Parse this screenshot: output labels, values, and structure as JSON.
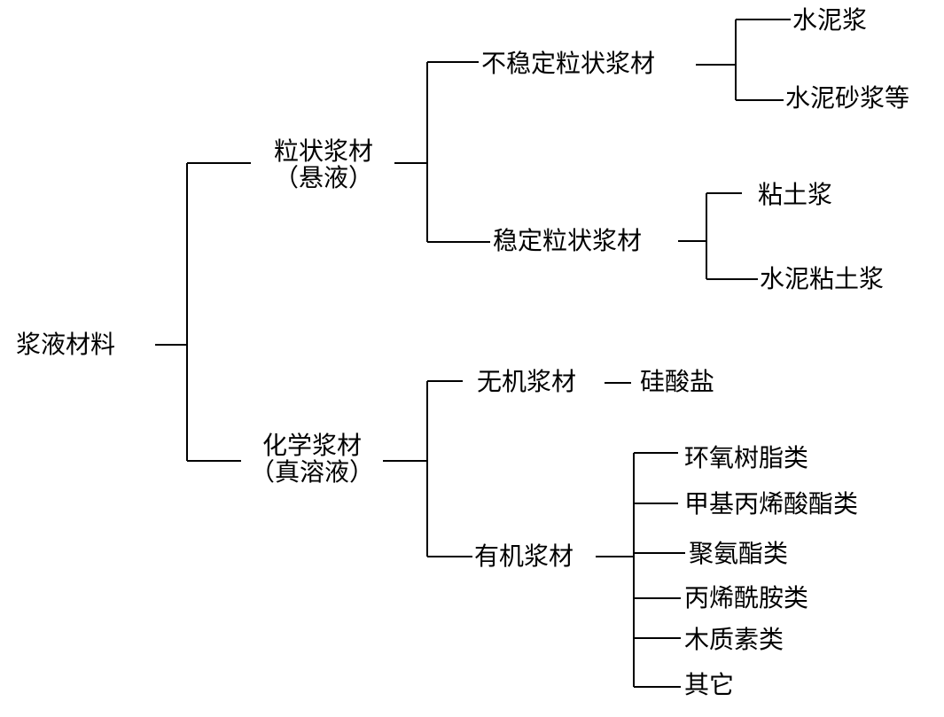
{
  "root": {
    "label": "浆液材料"
  },
  "granular": {
    "label": "粒状浆材",
    "sublabel": "（悬液）",
    "unstable": {
      "label": "不稳定粒状浆材",
      "children": [
        "水泥浆",
        "水泥砂浆等"
      ]
    },
    "stable": {
      "label": "稳定粒状浆材",
      "children": [
        "粘土浆",
        "水泥粘土浆"
      ]
    }
  },
  "chemical": {
    "label": "化学浆材",
    "sublabel": "（真溶液）",
    "inorganic": {
      "label": "无机浆材",
      "child": "硅酸盐"
    },
    "organic": {
      "label": "有机浆材",
      "children": [
        "环氧树脂类",
        "甲基丙烯酸酯类",
        "聚氨酯类",
        "丙烯酰胺类",
        "木质素类",
        "其它"
      ]
    }
  }
}
